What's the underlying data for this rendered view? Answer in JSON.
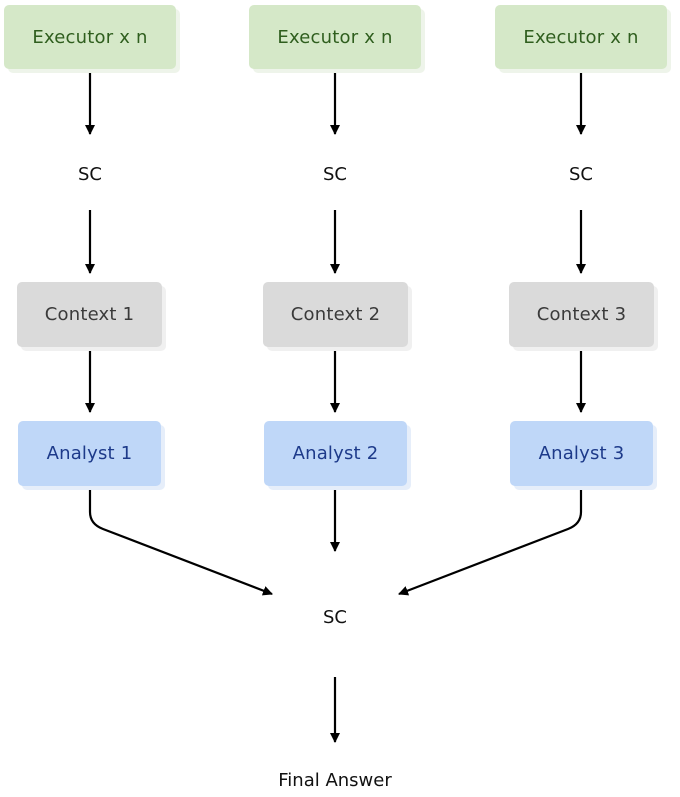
{
  "diagram": {
    "columns": [
      {
        "executor": "Executor x n",
        "sc": "SC",
        "context": "Context 1",
        "analyst": "Analyst 1"
      },
      {
        "executor": "Executor x n",
        "sc": "SC",
        "context": "Context 2",
        "analyst": "Analyst 2"
      },
      {
        "executor": "Executor x n",
        "sc": "SC",
        "context": "Context 3",
        "analyst": "Analyst 3"
      }
    ],
    "merge_label": "SC",
    "final_label": "Final Answer",
    "colors": {
      "executor_fill": "#d5e8c8",
      "executor_text": "#2f5e1e",
      "context_fill": "#dadada",
      "context_text": "#3a3a3a",
      "analyst_fill": "#bfd7f8",
      "analyst_text": "#1d3a8a",
      "arrow": "#000000"
    }
  }
}
